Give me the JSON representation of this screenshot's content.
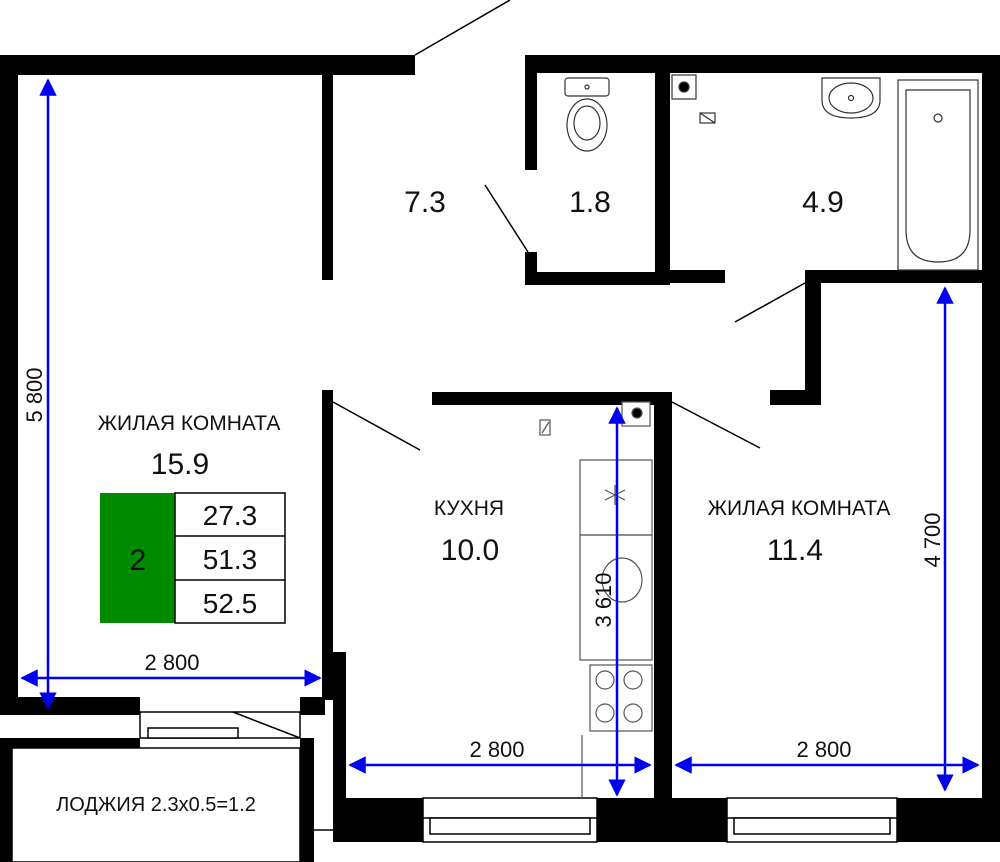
{
  "rooms": {
    "corridor": {
      "area": "7.3"
    },
    "toilet": {
      "area": "1.8"
    },
    "bathroom": {
      "area": "4.9"
    },
    "living_left": {
      "name": "ЖИЛАЯ КОМНАТА",
      "area": "15.9"
    },
    "kitchen": {
      "name": "КУХНЯ",
      "area": "10.0"
    },
    "living_right": {
      "name": "ЖИЛАЯ КОМНАТА",
      "area": "11.4"
    },
    "loggia": {
      "label": "ЛОДЖИЯ 2.3х0.5=1.2"
    }
  },
  "dimensions": {
    "left_height": "5 800",
    "left_width": "2 800",
    "kitchen_width": "2 800",
    "kitchen_height": "3 610",
    "right_width": "2 800",
    "right_height": "4 700"
  },
  "summary": {
    "rooms_count": "2",
    "living_area": "27.3",
    "total_area": "51.3",
    "total_with_loggia": "52.5"
  },
  "colors": {
    "wall": "#000000",
    "dimension_line": "#0000ee",
    "badge": "#008a00"
  }
}
